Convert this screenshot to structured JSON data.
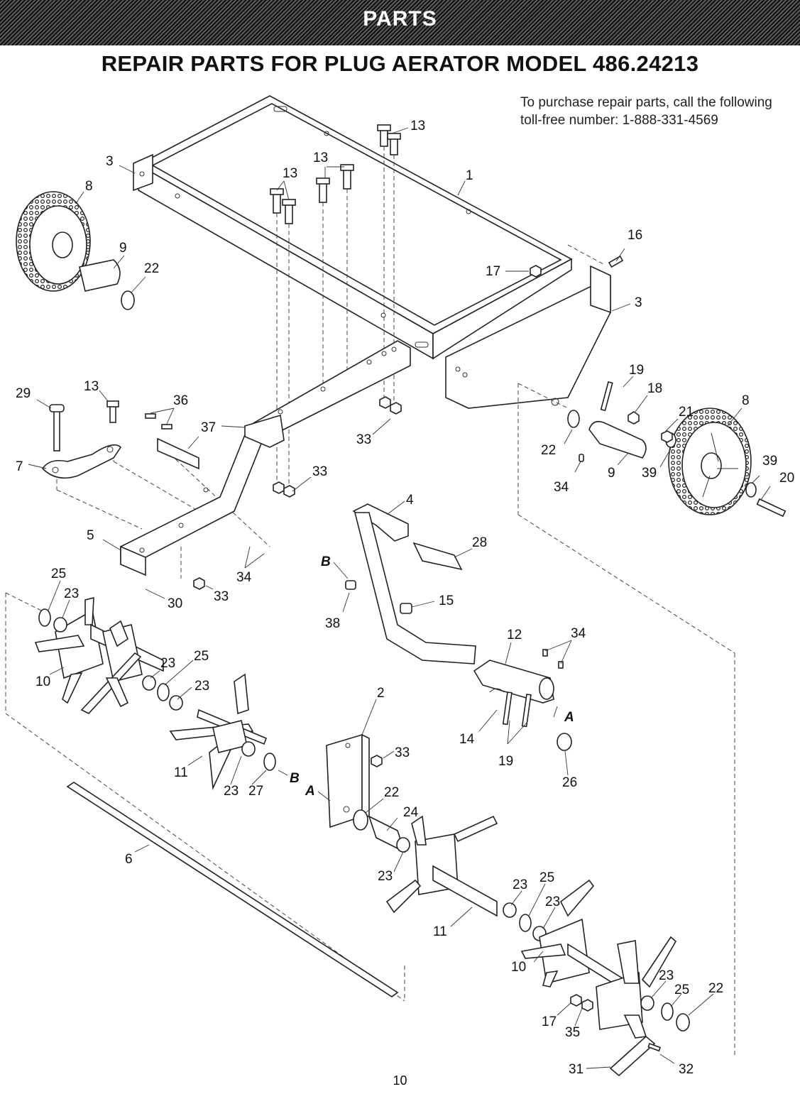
{
  "banner": {
    "text": "PARTS"
  },
  "title": "REPAIR PARTS FOR PLUG AERATOR MODEL 486.24213",
  "note": "To purchase repair parts, call the following toll-free number: 1-888-331-4569",
  "page_number": "10",
  "callouts": [
    {
      "id": "c1",
      "text": "1"
    },
    {
      "id": "c13a",
      "text": "13"
    },
    {
      "id": "c13b",
      "text": "13"
    },
    {
      "id": "c13c",
      "text": "13"
    },
    {
      "id": "c3a",
      "text": "3"
    },
    {
      "id": "c8a",
      "text": "8"
    },
    {
      "id": "c9a",
      "text": "9"
    },
    {
      "id": "c22a",
      "text": "22"
    },
    {
      "id": "c16",
      "text": "16"
    },
    {
      "id": "c17a",
      "text": "17"
    },
    {
      "id": "c3b",
      "text": "3"
    },
    {
      "id": "c19a",
      "text": "19"
    },
    {
      "id": "c18",
      "text": "18"
    },
    {
      "id": "c8b",
      "text": "8"
    },
    {
      "id": "c21",
      "text": "21"
    },
    {
      "id": "c22b",
      "text": "22"
    },
    {
      "id": "c9b",
      "text": "9"
    },
    {
      "id": "c39a",
      "text": "39"
    },
    {
      "id": "c39b",
      "text": "39"
    },
    {
      "id": "c20",
      "text": "20"
    },
    {
      "id": "c34a",
      "text": "34"
    },
    {
      "id": "c29",
      "text": "29"
    },
    {
      "id": "c13d",
      "text": "13"
    },
    {
      "id": "c36",
      "text": "36"
    },
    {
      "id": "c37",
      "text": "37"
    },
    {
      "id": "c7",
      "text": "7"
    },
    {
      "id": "c33a",
      "text": "33"
    },
    {
      "id": "c33b",
      "text": "33"
    },
    {
      "id": "c5",
      "text": "5"
    },
    {
      "id": "c34b",
      "text": "34"
    },
    {
      "id": "c33c",
      "text": "33"
    },
    {
      "id": "c30",
      "text": "30"
    },
    {
      "id": "c4",
      "text": "4"
    },
    {
      "id": "c28",
      "text": "28"
    },
    {
      "id": "cBa",
      "text": "B"
    },
    {
      "id": "c15",
      "text": "15"
    },
    {
      "id": "c38",
      "text": "38"
    },
    {
      "id": "c12",
      "text": "12"
    },
    {
      "id": "c34c",
      "text": "34"
    },
    {
      "id": "c25a",
      "text": "25"
    },
    {
      "id": "c23a",
      "text": "23"
    },
    {
      "id": "c10a",
      "text": "10"
    },
    {
      "id": "c23b",
      "text": "23"
    },
    {
      "id": "c25b",
      "text": "25"
    },
    {
      "id": "c23c",
      "text": "23"
    },
    {
      "id": "c2",
      "text": "2"
    },
    {
      "id": "c14",
      "text": "14"
    },
    {
      "id": "c19b",
      "text": "19"
    },
    {
      "id": "cAa",
      "text": "A"
    },
    {
      "id": "c26",
      "text": "26"
    },
    {
      "id": "c11a",
      "text": "11"
    },
    {
      "id": "c23d",
      "text": "23"
    },
    {
      "id": "c27",
      "text": "27"
    },
    {
      "id": "cBb",
      "text": "B"
    },
    {
      "id": "cAb",
      "text": "A"
    },
    {
      "id": "c33d",
      "text": "33"
    },
    {
      "id": "c22c",
      "text": "22"
    },
    {
      "id": "c24",
      "text": "24"
    },
    {
      "id": "c6",
      "text": "6"
    },
    {
      "id": "c23e",
      "text": "23"
    },
    {
      "id": "c23f",
      "text": "23"
    },
    {
      "id": "c25c",
      "text": "25"
    },
    {
      "id": "c23g",
      "text": "23"
    },
    {
      "id": "c11b",
      "text": "11"
    },
    {
      "id": "c10b",
      "text": "10"
    },
    {
      "id": "c23h",
      "text": "23"
    },
    {
      "id": "c25d",
      "text": "25"
    },
    {
      "id": "c22d",
      "text": "22"
    },
    {
      "id": "c17b",
      "text": "17"
    },
    {
      "id": "c35",
      "text": "35"
    },
    {
      "id": "c31",
      "text": "31"
    },
    {
      "id": "c32",
      "text": "32"
    }
  ]
}
